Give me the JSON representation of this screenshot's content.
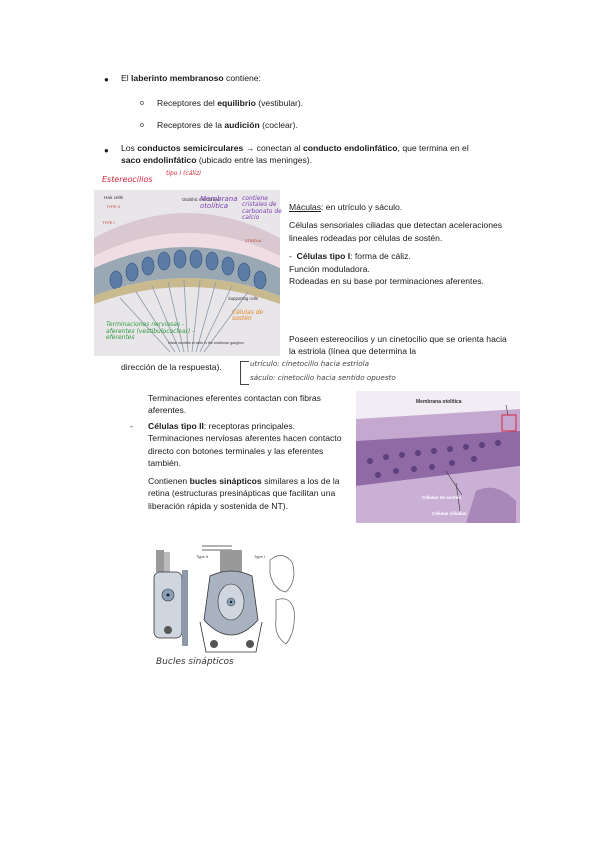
{
  "bullets": {
    "b1": {
      "pre": "El ",
      "bold": "laberinto membranoso",
      "post": " contiene:"
    },
    "sub1": {
      "pre": "Receptores del ",
      "bold": "equilibrio",
      "post": " (vestibular)."
    },
    "sub2": {
      "pre": "Receptores de la ",
      "bold": "audición",
      "post": " (coclear)."
    },
    "b2": {
      "pre": "Los ",
      "bold1": "conductos semicirculares",
      "mid1": " → conectan al ",
      "bold2": "conducto endolinfático",
      "mid2": ", que termina en el",
      "bold3": "saco endolinfático",
      "post": " (ubicado entre las meninges)."
    }
  },
  "fig1": {
    "labels": {
      "hair": "Hair cells",
      "type2": "TYPE II",
      "type1": "TYPE I",
      "otolithic": "Otolithic membrane",
      "striola": "STRIOLA",
      "supporting": "Supporting cells",
      "distal": "Distal neurites of cells in the vestibular ganglion"
    },
    "hand": {
      "estereocilios": "Estereocilios",
      "tipo": "tipo I (cáliz)",
      "otoconia": "Membrana otolítica",
      "contiene": "contiene cristales de carbonato de calcio",
      "celulas_sosten": "Células de sostén",
      "terminaciones": "Terminaciones nerviosas - aferentes (vestibulococlear) - eferentes"
    }
  },
  "maculas": {
    "title": "Máculas",
    "title_post": ": en utrículo y sáculo.",
    "p1": "Células sensoriales ciliadas que detectan aceleraciones lineales rodeadas por células de sostén.",
    "tipo1_bold": "Células tipo I",
    "tipo1_post": ": forma de cáliz.",
    "l1": "Función moduladora.",
    "l2": "Rodeadas en su base por terminaciones aferentes.",
    "l3": "Poseen estereocilios y un cinetocilio que se orienta hacia la estriola (línea que determina la",
    "l4": "dirección de la respuesta).",
    "hand1": "utrículo: cinetocilio hacia estriola",
    "hand2": "sáculo: cinetocilio hacia sentido opuesto"
  },
  "left_text": {
    "t1": "Terminaciones eferentes contactan con fibras aferentes.",
    "tipo2_bold": "Células tipo II",
    "tipo2_post": ": receptoras principales.",
    "t2": "Terminaciones nerviosas aferentes hacen contacto directo con botones terminales y las eferentes también.",
    "t3_pre": "Contienen ",
    "t3_bold": "bucles sinápticos",
    "t3_post": " similares a los de la retina (estructuras presinápticas que facilitan una liberación rápida y sostenida de NT)."
  },
  "histo": {
    "membrana": "Membrana otolítica",
    "sosten": "Células de sostén",
    "ciliadas": "Células ciliadas"
  },
  "fig3": {
    "typeI": "Type I",
    "typeII": "Type II",
    "hand": "Bucles sinápticos"
  },
  "colors": {
    "hand_red": "#d4263b",
    "hand_purple": "#7a3fb0",
    "hand_orange": "#e08a20",
    "hand_green": "#2c9a3c",
    "hand_gray": "#444"
  }
}
